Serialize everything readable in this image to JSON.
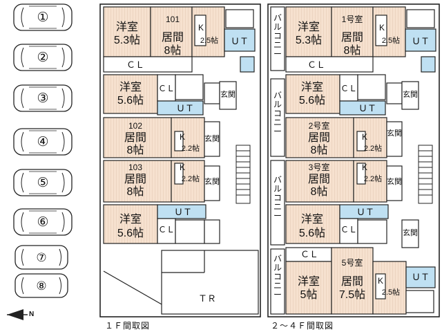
{
  "parking": [
    "①",
    "②",
    "③",
    "④",
    "⑤",
    "⑥",
    "⑦",
    "⑧"
  ],
  "north_label": "N",
  "floor1": {
    "caption": "１Ｆ間取図",
    "unit101": {
      "number": "101",
      "west_label": "洋室",
      "west_size": "5.3帖",
      "living_label": "居間",
      "living_size": "8帖",
      "kitchen": "K",
      "kitchen_size": "2.5帖",
      "closet": "ＣＬ",
      "ut": "ＵＴ"
    },
    "upper_west": {
      "label": "洋室",
      "size": "5.6帖",
      "closet": "ＣＬ",
      "ut": "ＵＴ",
      "entrance": "玄関"
    },
    "unit102": {
      "number": "102",
      "living_label": "居間",
      "living_size": "8帖",
      "kitchen": "K",
      "kitchen_size": "2.2帖",
      "entrance": "玄関"
    },
    "unit103": {
      "number": "103",
      "living_label": "居間",
      "living_size": "8帖",
      "kitchen": "K",
      "kitchen_size": "2.2帖",
      "entrance": "玄関"
    },
    "lower_west": {
      "label": "洋室",
      "size": "5.6帖",
      "closet": "ＣＬ",
      "ut": "ＵＴ"
    },
    "trash": "ＴＲ"
  },
  "floor24": {
    "caption": "２～４Ｆ間取図",
    "balcony": "バルコニー",
    "unit1": {
      "number": "1号室",
      "west_label": "洋室",
      "west_size": "5.3帖",
      "living_label": "居間",
      "living_size": "8帖",
      "kitchen": "K",
      "kitchen_size": "2.5帖",
      "closet": "ＣＬ",
      "ut": "ＵＴ"
    },
    "upper_west": {
      "label": "洋室",
      "size": "5.6帖",
      "closet": "ＣＬ",
      "ut": "ＵＴ",
      "entrance": "玄関"
    },
    "unit2": {
      "number": "2号室",
      "living_label": "居間",
      "living_size": "8帖",
      "kitchen": "K",
      "kitchen_size": "2.2帖",
      "entrance": "玄関"
    },
    "unit3": {
      "number": "3号室",
      "living_label": "居間",
      "living_size": "8帖",
      "kitchen": "K",
      "kitchen_size": "2.2帖",
      "entrance": "玄関"
    },
    "lower_west": {
      "label": "洋室",
      "size": "5.6帖",
      "closet": "ＣＬ",
      "ut": "ＵＴ",
      "entrance": "玄関"
    },
    "unit5": {
      "number": "5号室",
      "west_label": "洋室",
      "west_size": "5帖",
      "living_label": "居間",
      "living_size": "7.5帖",
      "kitchen": "K",
      "kitchen_size": "2.5帖",
      "closet": "ＣＬ",
      "ut": "ＵＴ"
    }
  },
  "colors": {
    "room_fill": "#f6e1cf",
    "bath_fill": "#bfe0f2",
    "line": "#222222",
    "grid": "#d9c3b0"
  }
}
